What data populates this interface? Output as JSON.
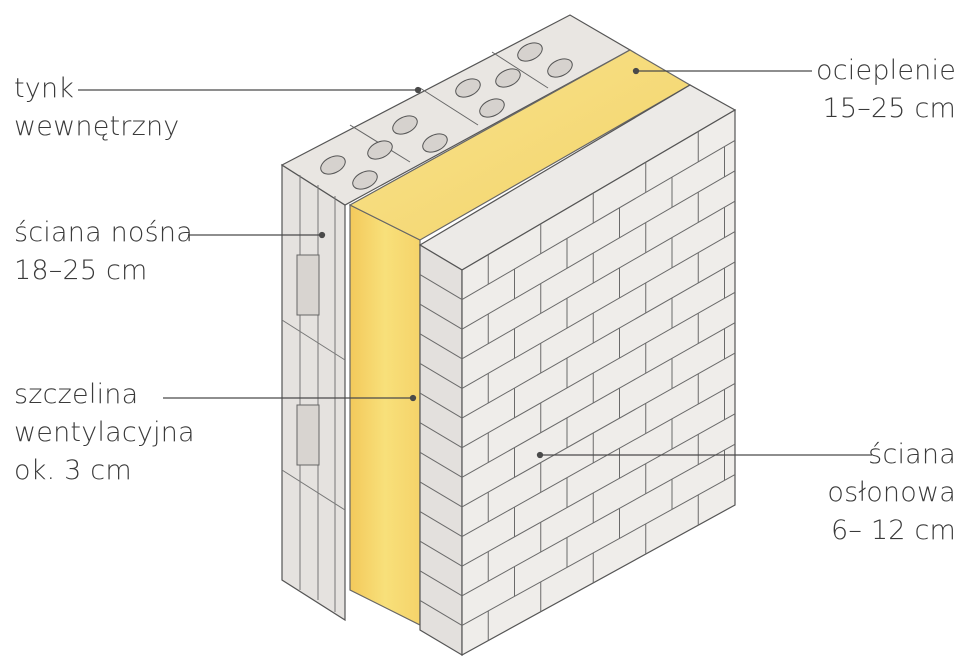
{
  "labels": {
    "tynk": [
      "tynk",
      "wewnętrzny"
    ],
    "sciana_nosna": [
      "ściana nośna",
      "18–25 cm"
    ],
    "szczelina": [
      "szczelina",
      "wentylacyjna",
      "ok. 3 cm"
    ],
    "ocieplenie": [
      "ocieplenie",
      "15–25 cm"
    ],
    "sciana_oslonowa": [
      "ściana",
      "osłonowa",
      "6– 12 cm"
    ]
  },
  "colors": {
    "insulation": "#f6df7a",
    "insulation_dark": "#efc64d",
    "brick": "#e9e7e4",
    "block": "#e2dfdc",
    "line": "#4a4a4a",
    "text": "#3a3a3a"
  }
}
